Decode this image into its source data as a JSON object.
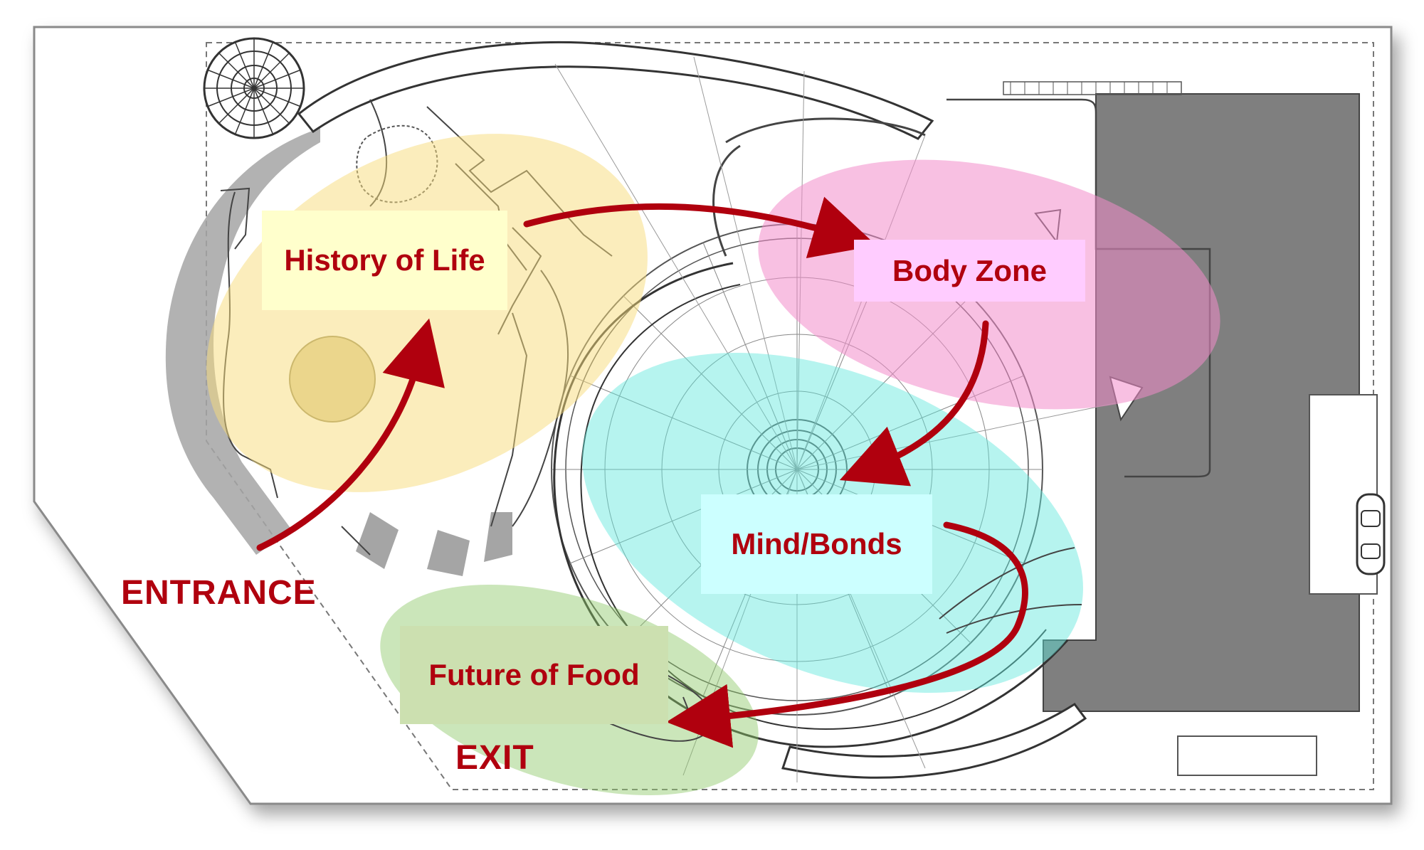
{
  "colors": {
    "label_text": "#B0000E",
    "arrow": "#B0000E",
    "history_zone": "#F7DC7A",
    "body_zone": "#F28CCB",
    "mind_zone": "#5EE6DC",
    "food_zone": "#8BC766",
    "structure_gray": "#7F7F7F",
    "linework": "#555555"
  },
  "zones": {
    "history": {
      "label": "History of Life",
      "label_bg": "#FFFFCC"
    },
    "body": {
      "label": "Body Zone",
      "label_bg": "#FFCCFF"
    },
    "mind": {
      "label": "Mind/Bonds",
      "label_bg": "#CCFFFF"
    },
    "food": {
      "label": "Future of Food",
      "label_bg": "#CCE0B0"
    }
  },
  "flow": {
    "entrance": "ENTRANCE",
    "exit": "EXIT"
  },
  "icons": [
    "spiral-stair-icon",
    "car-icon",
    "flow-arrow-icon"
  ]
}
